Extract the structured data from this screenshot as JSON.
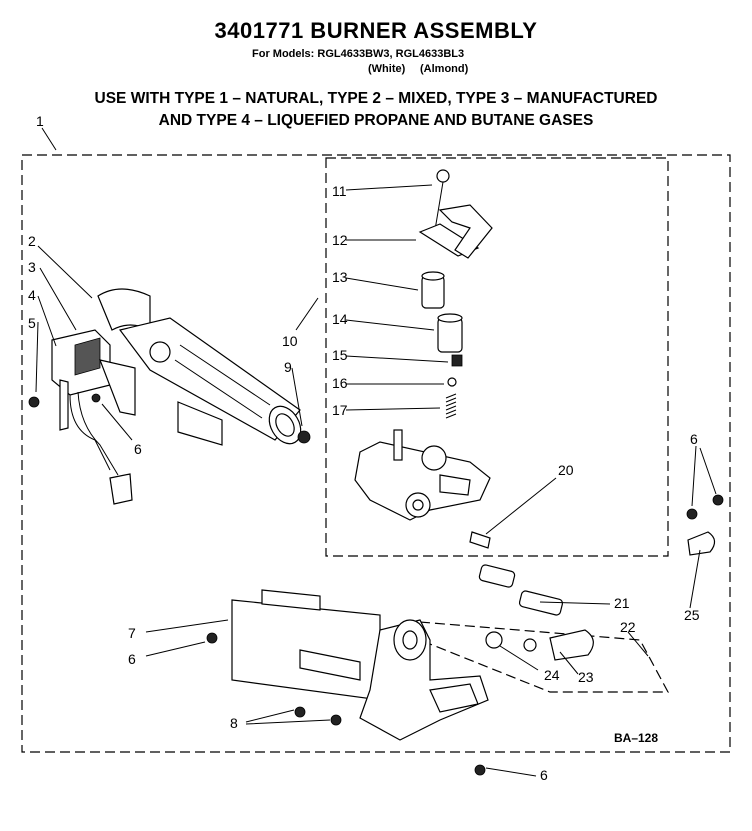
{
  "header": {
    "title": "3401771 BURNER ASSEMBLY",
    "models_line": "For Models: RGL4633BW3, RGL4633BL3",
    "white_label": "(White)",
    "almond_label": "(Almond)",
    "gas_line_1": "USE WITH TYPE 1 – NATURAL, TYPE 2 – MIXED, TYPE 3 – MANUFACTURED",
    "gas_line_2": "AND TYPE 4 – LIQUEFIED PROPANE AND BUTANE GASES"
  },
  "callouts": {
    "c1": "1",
    "c2": "2",
    "c3": "3",
    "c4": "4",
    "c5": "5",
    "c6a": "6",
    "c6b": "6",
    "c6c": "6",
    "c6d": "6",
    "c7": "7",
    "c8": "8",
    "c9": "9",
    "c10": "10",
    "c11": "11",
    "c12": "12",
    "c13": "13",
    "c14": "14",
    "c15": "15",
    "c16": "16",
    "c17": "17",
    "c20": "20",
    "c21": "21",
    "c22": "22",
    "c23": "23",
    "c24": "24",
    "c25": "25"
  },
  "diagram_code": "BA–128"
}
